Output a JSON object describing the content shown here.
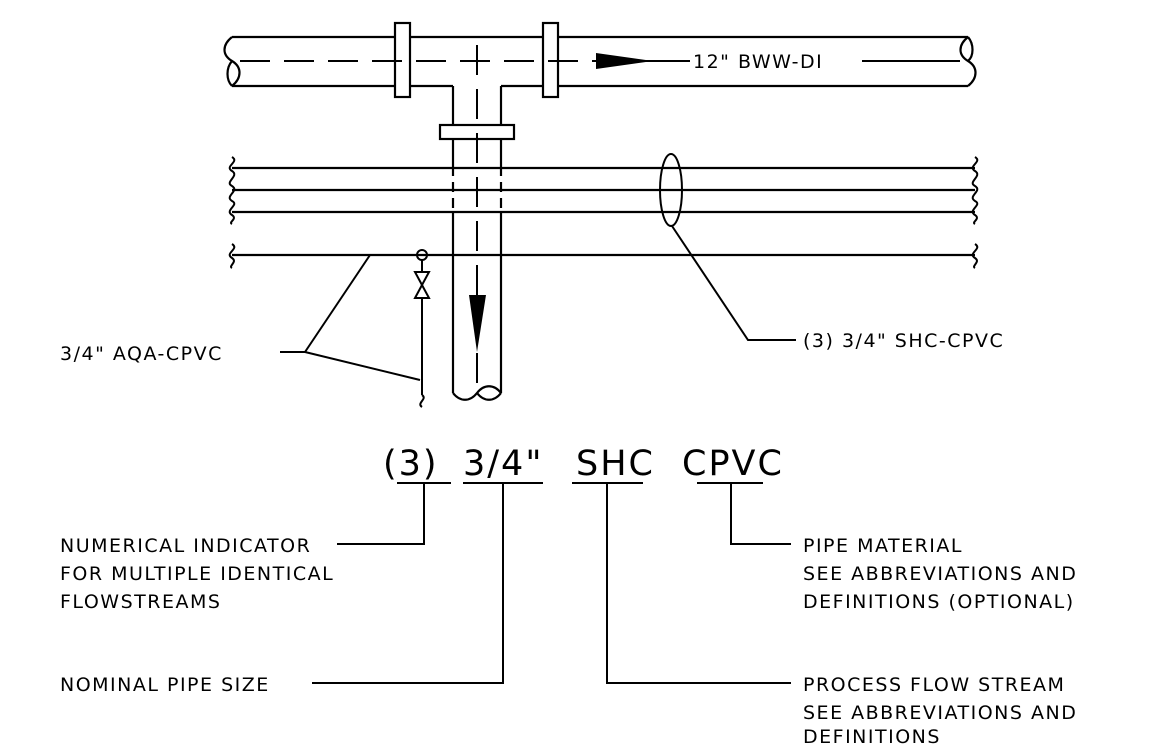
{
  "pipe_labels": {
    "main_line": "12\" BWW-DI",
    "branch_small": "3/4\" AQA-CPVC",
    "bundle": "(3) 3/4\" SHC-CPVC"
  },
  "legend": {
    "count": "(3)",
    "size": "3/4\"",
    "stream": "SHC",
    "material": "CPVC"
  },
  "descriptions": {
    "count_lines": [
      "NUMERICAL INDICATOR",
      "FOR MULTIPLE IDENTICAL",
      "FLOWSTREAMS"
    ],
    "size_lines": [
      "NOMINAL PIPE SIZE"
    ],
    "material_lines": [
      "PIPE MATERIAL",
      "SEE ABBREVIATIONS AND",
      "DEFINITIONS (OPTIONAL)"
    ],
    "stream_lines": [
      "PROCESS FLOW STREAM",
      "SEE ABBREVIATIONS AND",
      "DEFINITIONS"
    ]
  }
}
